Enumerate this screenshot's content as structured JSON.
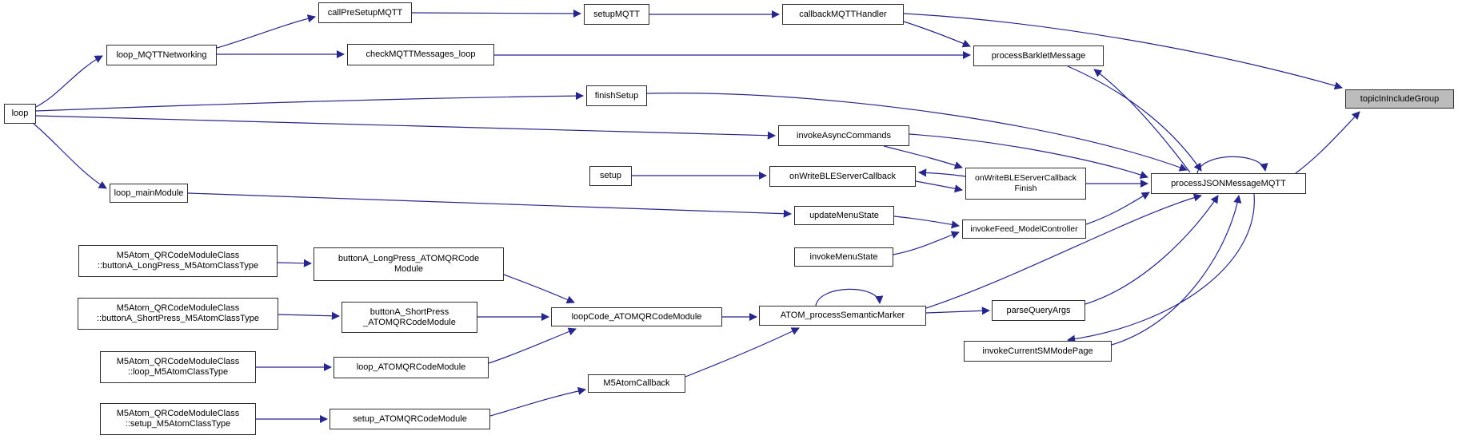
{
  "diagram": {
    "type": "doxygen-caller-graph",
    "edge_color": "#26268b",
    "node_border_color": "#2e2e2e",
    "highlight_fill": "#bcbcbc",
    "highlighted_node": "topicInIncludeGroup",
    "nodes": [
      {
        "id": "loop",
        "lines": [
          "loop"
        ],
        "highlighted": false
      },
      {
        "id": "loop_MQTTNetworking",
        "lines": [
          "loop_MQTTNetworking"
        ],
        "highlighted": false
      },
      {
        "id": "callPreSetupMQTT",
        "lines": [
          "callPreSetupMQTT"
        ],
        "highlighted": false
      },
      {
        "id": "setupMQTT",
        "lines": [
          "setupMQTT"
        ],
        "highlighted": false
      },
      {
        "id": "callbackMQTTHandler",
        "lines": [
          "callbackMQTTHandler"
        ],
        "highlighted": false
      },
      {
        "id": "processBarkletMessage",
        "lines": [
          "processBarkletMessage"
        ],
        "highlighted": false
      },
      {
        "id": "checkMQTTMessages_loop",
        "lines": [
          "checkMQTTMessages_loop"
        ],
        "highlighted": false
      },
      {
        "id": "finishSetup",
        "lines": [
          "finishSetup"
        ],
        "highlighted": false
      },
      {
        "id": "invokeAsyncCommands",
        "lines": [
          "invokeAsyncCommands"
        ],
        "highlighted": false
      },
      {
        "id": "setup",
        "lines": [
          "setup"
        ],
        "highlighted": false
      },
      {
        "id": "onWriteBLEServerCallback",
        "lines": [
          "onWriteBLEServerCallback"
        ],
        "highlighted": false
      },
      {
        "id": "onWriteBLEServerCallbackFinish",
        "lines": [
          "onWriteBLEServerCallback",
          "Finish"
        ],
        "highlighted": false
      },
      {
        "id": "processJSONMessageMQTT",
        "lines": [
          "processJSONMessageMQTT"
        ],
        "highlighted": false
      },
      {
        "id": "topicInIncludeGroup",
        "lines": [
          "topicInIncludeGroup"
        ],
        "highlighted": true
      },
      {
        "id": "updateMenuState",
        "lines": [
          "updateMenuState"
        ],
        "highlighted": false
      },
      {
        "id": "invokeFeed_ModelController",
        "lines": [
          "invokeFeed_ModelController"
        ],
        "highlighted": false
      },
      {
        "id": "invokeMenuState",
        "lines": [
          "invokeMenuState"
        ],
        "highlighted": false
      },
      {
        "id": "loop_mainModule",
        "lines": [
          "loop_mainModule"
        ],
        "highlighted": false
      },
      {
        "id": "M5Atom_buttonA_LongPress_M5AtomClassType",
        "lines": [
          "M5Atom_QRCodeModuleClass",
          "::buttonA_LongPress_M5AtomClassType"
        ],
        "highlighted": false
      },
      {
        "id": "buttonA_LongPress_ATOMQRCodeModule",
        "lines": [
          "buttonA_LongPress_ATOMQRCode",
          "Module"
        ],
        "highlighted": false
      },
      {
        "id": "M5Atom_buttonA_ShortPress_M5AtomClassType",
        "lines": [
          "M5Atom_QRCodeModuleClass",
          "::buttonA_ShortPress_M5AtomClassType"
        ],
        "highlighted": false
      },
      {
        "id": "buttonA_ShortPress_ATOMQRCodeModule",
        "lines": [
          "buttonA_ShortPress",
          "_ATOMQRCodeModule"
        ],
        "highlighted": false
      },
      {
        "id": "M5Atom_loop_M5AtomClassType",
        "lines": [
          "M5Atom_QRCodeModuleClass",
          "::loop_M5AtomClassType"
        ],
        "highlighted": false
      },
      {
        "id": "loop_ATOMQRCodeModule",
        "lines": [
          "loop_ATOMQRCodeModule"
        ],
        "highlighted": false
      },
      {
        "id": "M5Atom_setup_M5AtomClassType",
        "lines": [
          "M5Atom_QRCodeModuleClass",
          "::setup_M5AtomClassType"
        ],
        "highlighted": false
      },
      {
        "id": "setup_ATOMQRCodeModule",
        "lines": [
          "setup_ATOMQRCodeModule"
        ],
        "highlighted": false
      },
      {
        "id": "loopCode_ATOMQRCodeModule",
        "lines": [
          "loopCode_ATOMQRCodeModule"
        ],
        "highlighted": false
      },
      {
        "id": "ATOM_processSemanticMarker",
        "lines": [
          "ATOM_processSemanticMarker"
        ],
        "highlighted": false
      },
      {
        "id": "M5AtomCallback",
        "lines": [
          "M5AtomCallback"
        ],
        "highlighted": false
      },
      {
        "id": "parseQueryArgs",
        "lines": [
          "parseQueryArgs"
        ],
        "highlighted": false
      },
      {
        "id": "invokeCurrentSMModePage",
        "lines": [
          "invokeCurrentSMModePage"
        ],
        "highlighted": false
      }
    ],
    "edges": [
      {
        "from": "loop",
        "to": "loop_MQTTNetworking"
      },
      {
        "from": "loop",
        "to": "finishSetup"
      },
      {
        "from": "loop",
        "to": "invokeAsyncCommands"
      },
      {
        "from": "loop",
        "to": "loop_mainModule"
      },
      {
        "from": "loop_MQTTNetworking",
        "to": "callPreSetupMQTT"
      },
      {
        "from": "loop_MQTTNetworking",
        "to": "checkMQTTMessages_loop"
      },
      {
        "from": "callPreSetupMQTT",
        "to": "setupMQTT"
      },
      {
        "from": "setupMQTT",
        "to": "callbackMQTTHandler"
      },
      {
        "from": "callbackMQTTHandler",
        "to": "processBarkletMessage"
      },
      {
        "from": "callbackMQTTHandler",
        "to": "topicInIncludeGroup"
      },
      {
        "from": "checkMQTTMessages_loop",
        "to": "processBarkletMessage"
      },
      {
        "from": "processBarkletMessage",
        "to": "processJSONMessageMQTT"
      },
      {
        "from": "processJSONMessageMQTT",
        "to": "processBarkletMessage"
      },
      {
        "from": "finishSetup",
        "to": "processJSONMessageMQTT"
      },
      {
        "from": "invokeAsyncCommands",
        "to": "processJSONMessageMQTT"
      },
      {
        "from": "invokeAsyncCommands",
        "to": "onWriteBLEServerCallbackFinish"
      },
      {
        "from": "setup",
        "to": "onWriteBLEServerCallback"
      },
      {
        "from": "onWriteBLEServerCallback",
        "to": "onWriteBLEServerCallbackFinish"
      },
      {
        "from": "onWriteBLEServerCallbackFinish",
        "to": "onWriteBLEServerCallback"
      },
      {
        "from": "onWriteBLEServerCallbackFinish",
        "to": "processJSONMessageMQTT"
      },
      {
        "from": "loop_mainModule",
        "to": "updateMenuState"
      },
      {
        "from": "updateMenuState",
        "to": "invokeFeed_ModelController"
      },
      {
        "from": "invokeMenuState",
        "to": "invokeFeed_ModelController"
      },
      {
        "from": "invokeFeed_ModelController",
        "to": "processJSONMessageMQTT"
      },
      {
        "from": "processJSONMessageMQTT",
        "to": "processJSONMessageMQTT"
      },
      {
        "from": "processJSONMessageMQTT",
        "to": "topicInIncludeGroup"
      },
      {
        "from": "processJSONMessageMQTT",
        "to": "invokeCurrentSMModePage"
      },
      {
        "from": "invokeCurrentSMModePage",
        "to": "processJSONMessageMQTT"
      },
      {
        "from": "parseQueryArgs",
        "to": "processJSONMessageMQTT"
      },
      {
        "from": "ATOM_processSemanticMarker",
        "to": "ATOM_processSemanticMarker"
      },
      {
        "from": "ATOM_processSemanticMarker",
        "to": "parseQueryArgs"
      },
      {
        "from": "ATOM_processSemanticMarker",
        "to": "processJSONMessageMQTT"
      },
      {
        "from": "M5Atom_buttonA_LongPress_M5AtomClassType",
        "to": "buttonA_LongPress_ATOMQRCodeModule"
      },
      {
        "from": "M5Atom_buttonA_ShortPress_M5AtomClassType",
        "to": "buttonA_ShortPress_ATOMQRCodeModule"
      },
      {
        "from": "M5Atom_loop_M5AtomClassType",
        "to": "loop_ATOMQRCodeModule"
      },
      {
        "from": "M5Atom_setup_M5AtomClassType",
        "to": "setup_ATOMQRCodeModule"
      },
      {
        "from": "buttonA_LongPress_ATOMQRCodeModule",
        "to": "loopCode_ATOMQRCodeModule"
      },
      {
        "from": "buttonA_ShortPress_ATOMQRCodeModule",
        "to": "loopCode_ATOMQRCodeModule"
      },
      {
        "from": "loop_ATOMQRCodeModule",
        "to": "loopCode_ATOMQRCodeModule"
      },
      {
        "from": "setup_ATOMQRCodeModule",
        "to": "M5AtomCallback"
      },
      {
        "from": "M5AtomCallback",
        "to": "ATOM_processSemanticMarker"
      },
      {
        "from": "loopCode_ATOMQRCodeModule",
        "to": "ATOM_processSemanticMarker"
      }
    ]
  }
}
